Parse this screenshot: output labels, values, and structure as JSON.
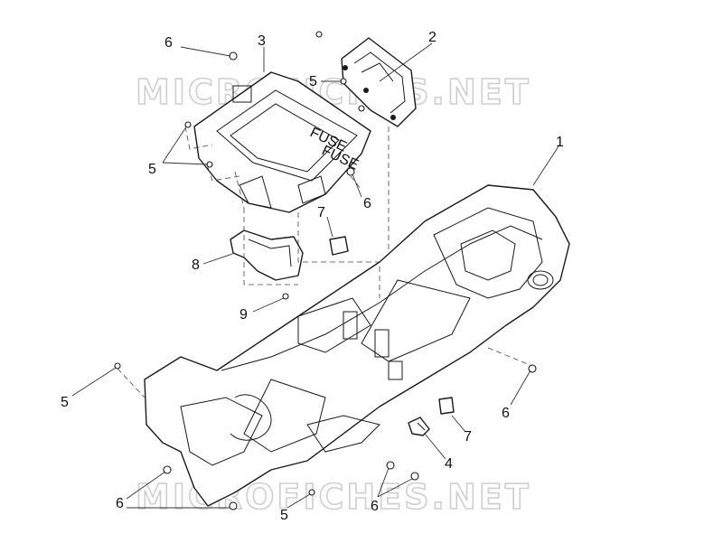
{
  "watermarks": [
    "MICROFICHES.NET",
    "MICROFICHES.NET"
  ],
  "callouts": [
    "6",
    "3",
    "2",
    "5",
    "1",
    "5",
    "6",
    "7",
    "8",
    "9",
    "5",
    "6",
    "7",
    "4",
    "6",
    "6",
    "5"
  ],
  "battery_box_text": [
    "FUSE",
    "FUSE"
  ]
}
